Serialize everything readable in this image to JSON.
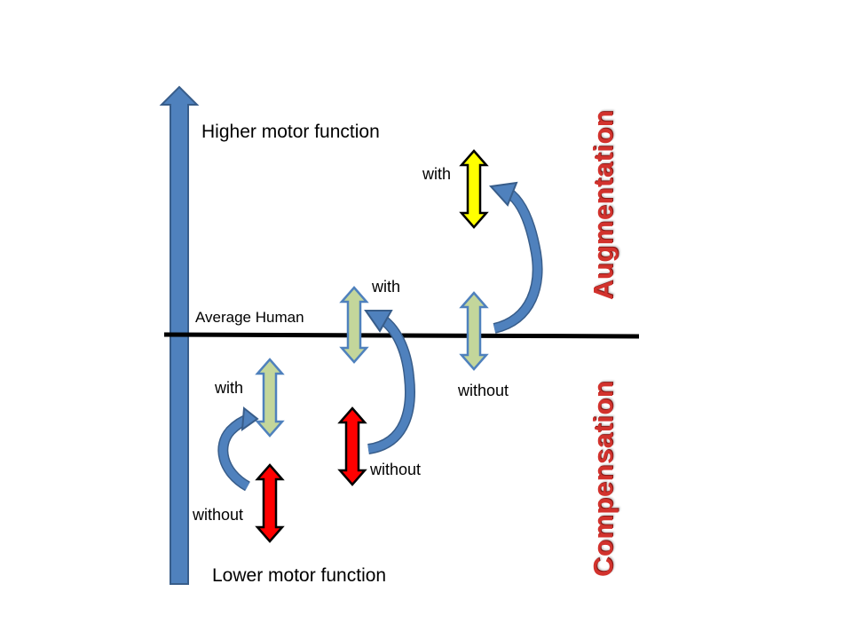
{
  "labels": {
    "higher": "Higher motor function",
    "lower": "Lower motor function",
    "average": "Average Human",
    "augmentation": "Augmentation",
    "compensation": "Compensation",
    "with_top": "with",
    "with_mid": "with",
    "with_low": "with",
    "without_right": "without",
    "without_mid": "without",
    "without_low": "without"
  },
  "colors": {
    "axis_blue": "#4f81bd",
    "axis_blue_border": "#385d8a",
    "improved": "#c3d69b",
    "improved_border": "#4f81bd",
    "deficit": "#ff0000",
    "augmented": "#ffff00",
    "baseline": "#000000",
    "side_label": "#d2322d"
  }
}
